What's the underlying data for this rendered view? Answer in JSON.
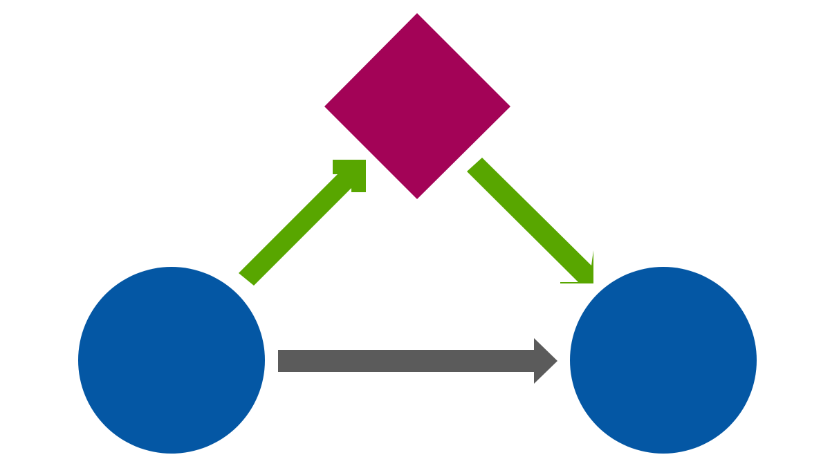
{
  "diagram": {
    "nodes": [
      {
        "id": "left-circle",
        "shape": "circle",
        "color": "#0457a4"
      },
      {
        "id": "right-circle",
        "shape": "circle",
        "color": "#0457a4"
      },
      {
        "id": "top-diamond",
        "shape": "diamond",
        "color": "#a30357"
      }
    ],
    "edges": [
      {
        "id": "left-to-diamond",
        "from": "left-circle",
        "to": "top-diamond",
        "color": "#58a600"
      },
      {
        "id": "diamond-to-right",
        "from": "top-diamond",
        "to": "right-circle",
        "color": "#58a600"
      },
      {
        "id": "left-to-right",
        "from": "left-circle",
        "to": "right-circle",
        "color": "#5b5b5b"
      }
    ]
  }
}
